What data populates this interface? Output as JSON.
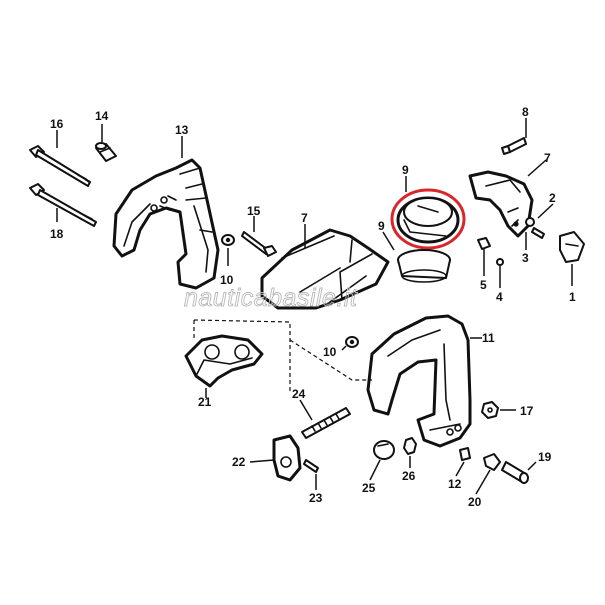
{
  "watermark": "nauticabasile.it",
  "highlight_color": "#d9262a",
  "callouts": {
    "c1": "1",
    "c2": "2",
    "c3": "3",
    "c4": "4",
    "c5": "5",
    "c7a": "7",
    "c7b": "7",
    "c8": "8",
    "c9a": "9",
    "c9b": "9",
    "c10a": "10",
    "c10b": "10",
    "c11": "11",
    "c12": "12",
    "c13": "13",
    "c14": "14",
    "c15": "15",
    "c16": "16",
    "c17": "17",
    "c18": "18",
    "c19": "19",
    "c20": "20",
    "c21": "21",
    "c22": "22",
    "c23": "23",
    "c24": "24",
    "c25": "25",
    "c26": "26"
  }
}
